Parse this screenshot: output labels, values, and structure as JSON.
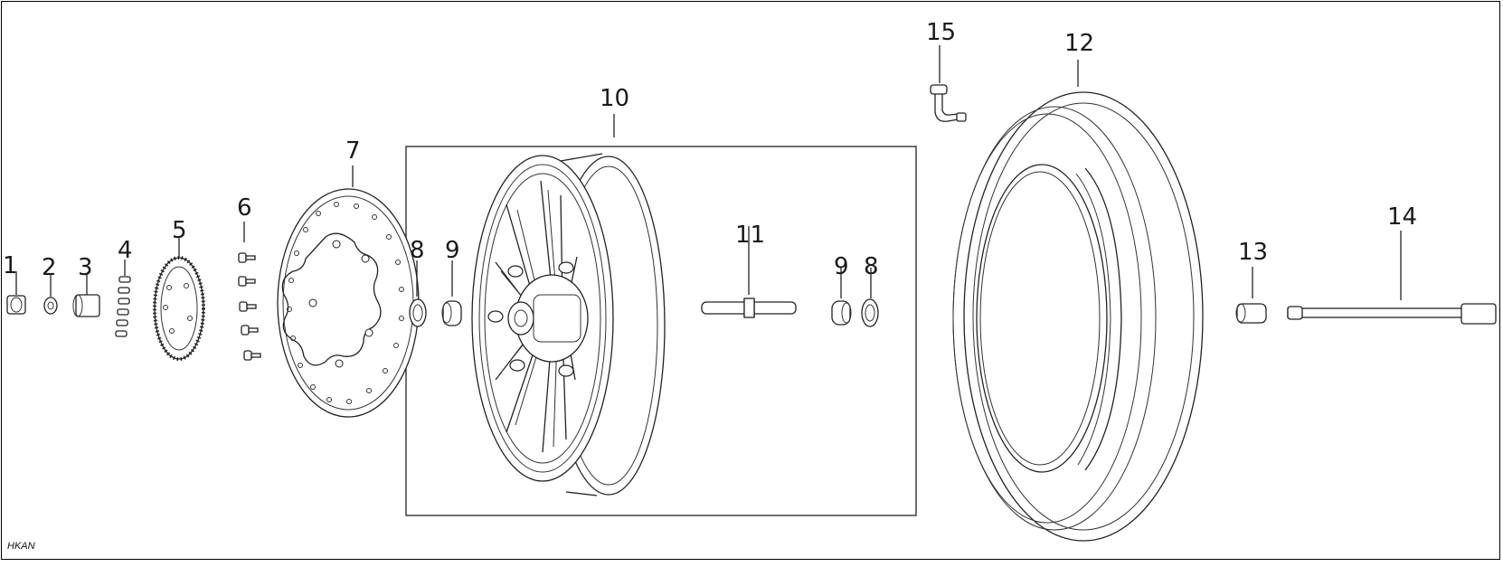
{
  "diagram": {
    "code": "HKAN",
    "callouts": [
      {
        "id": "c1",
        "text": "1"
      },
      {
        "id": "c2",
        "text": "2"
      },
      {
        "id": "c3",
        "text": "3"
      },
      {
        "id": "c4",
        "text": "4"
      },
      {
        "id": "c5",
        "text": "5"
      },
      {
        "id": "c6",
        "text": "6"
      },
      {
        "id": "c7",
        "text": "7"
      },
      {
        "id": "c8a",
        "text": "8"
      },
      {
        "id": "c9a",
        "text": "9"
      },
      {
        "id": "c10",
        "text": "10"
      },
      {
        "id": "c11",
        "text": "11"
      },
      {
        "id": "c9b",
        "text": "9"
      },
      {
        "id": "c8b",
        "text": "8"
      },
      {
        "id": "c12",
        "text": "12"
      },
      {
        "id": "c13",
        "text": "13"
      },
      {
        "id": "c14",
        "text": "14"
      },
      {
        "id": "c15",
        "text": "15"
      }
    ]
  }
}
